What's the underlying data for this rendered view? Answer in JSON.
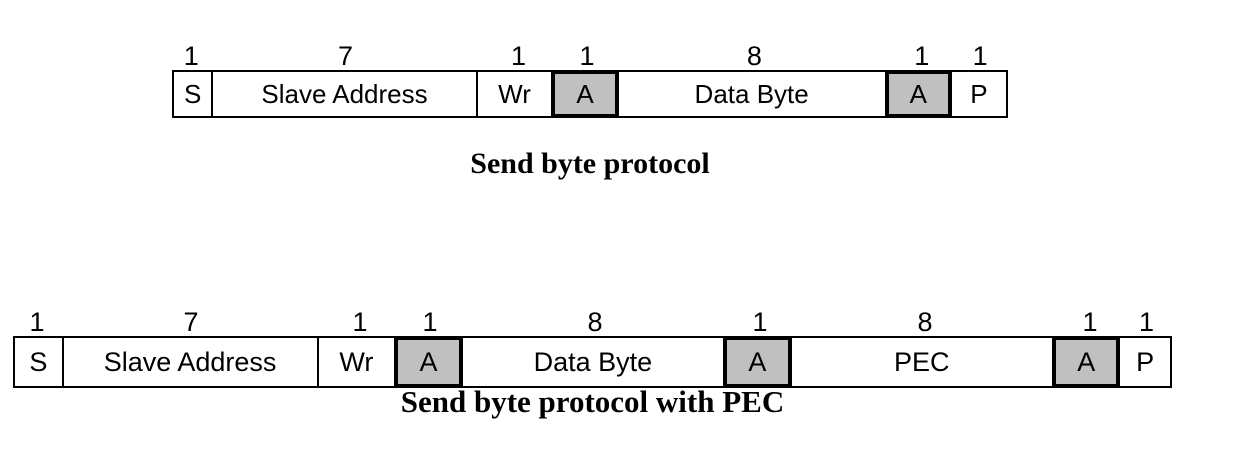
{
  "figure": {
    "type": "protocol-frame-diagram",
    "background_color": "#ffffff",
    "ack_fill_color": "#c0c0c0",
    "line_color": "#000000"
  },
  "diagrams": [
    {
      "id": "send-byte",
      "caption": "Send byte protocol",
      "fields": [
        {
          "label": "S",
          "bits": "1",
          "shaded": false,
          "flex": 38
        },
        {
          "label": "Slave Address",
          "bits": "7",
          "shaded": false,
          "flex": 266
        },
        {
          "label": "Wr",
          "bits": "1",
          "shaded": false,
          "flex": 75
        },
        {
          "label": "A",
          "bits": "1",
          "shaded": true,
          "flex": 60
        },
        {
          "label": "Data Byte",
          "bits": "8",
          "shaded": false,
          "flex": 270
        },
        {
          "label": "A",
          "bits": "1",
          "shaded": true,
          "flex": 60
        },
        {
          "label": "P",
          "bits": "1",
          "shaded": false,
          "flex": 55
        }
      ]
    },
    {
      "id": "send-byte-pec",
      "caption": "Send byte protocol with PEC",
      "fields": [
        {
          "label": "S",
          "bits": "1",
          "shaded": false,
          "flex": 48
        },
        {
          "label": "Slave Address",
          "bits": "7",
          "shaded": false,
          "flex": 260
        },
        {
          "label": "Wr",
          "bits": "1",
          "shaded": false,
          "flex": 78
        },
        {
          "label": "A",
          "bits": "1",
          "shaded": true,
          "flex": 62
        },
        {
          "label": "Data Byte",
          "bits": "8",
          "shaded": false,
          "flex": 268
        },
        {
          "label": "A",
          "bits": "1",
          "shaded": true,
          "flex": 62
        },
        {
          "label": "PEC",
          "bits": "8",
          "shaded": false,
          "flex": 268
        },
        {
          "label": "A",
          "bits": "1",
          "shaded": true,
          "flex": 62
        },
        {
          "label": "P",
          "bits": "1",
          "shaded": false,
          "flex": 51
        }
      ]
    }
  ]
}
